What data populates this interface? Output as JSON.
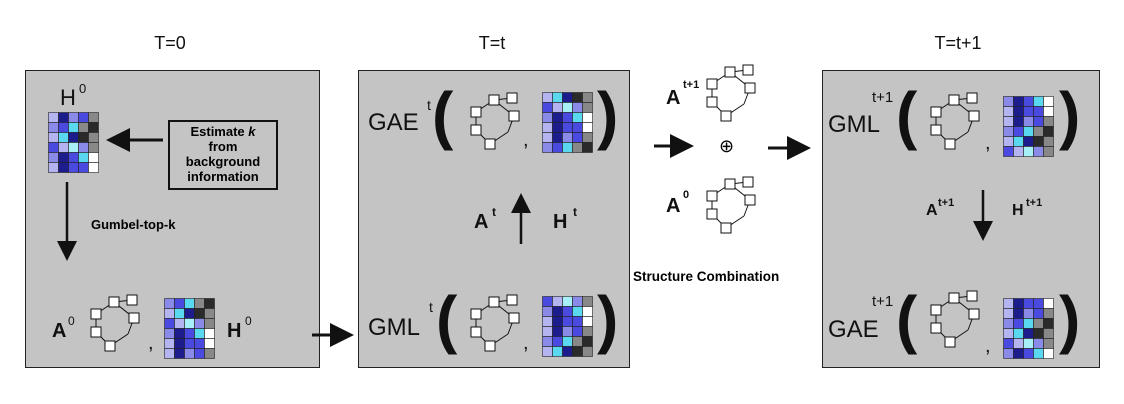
{
  "titles": {
    "t0": "T=0",
    "tt": "T=t",
    "tt1": "T=t+1"
  },
  "panel0": {
    "h0_label": "H",
    "h0_sup": "0",
    "estimate_line1": "Estimate",
    "estimate_k": "k",
    "estimate_rest": [
      "from",
      "background",
      "information"
    ],
    "gumbel": "Gumbel-top-k",
    "a0_label": "A",
    "a0_sup": "0",
    "comma": ",",
    "h0b_label": "H",
    "h0b_sup": "0"
  },
  "panel1": {
    "gae": "GAE",
    "gae_sup": "t",
    "a_label": "A",
    "a_sup": "t",
    "h_label": "H",
    "h_sup": "t",
    "gml": "GML",
    "gml_sup": "t",
    "comma": ","
  },
  "middle": {
    "a_label": "A",
    "a_sup": "t+1",
    "oplus": "⊕",
    "a0_label": "A",
    "a0_sup": "0",
    "structure_combination": "Structure Combination"
  },
  "panel2": {
    "gml": "GML",
    "gml_sup": "t+1",
    "a_label": "A",
    "a_sup": "t+1",
    "h_label": "H",
    "h_sup": "t+1",
    "gae": "GAE",
    "gae_sup": "t+1",
    "comma": ","
  },
  "colors": {
    "panel": "#c4c4c4",
    "matrix": [
      "#1c1c8c",
      "#4a4ae0",
      "#8a8ae8",
      "#b4b4f0",
      "#5ad8f0",
      "#a8f0f8",
      "#888888",
      "#2a2a2a",
      "#ffffff"
    ]
  }
}
